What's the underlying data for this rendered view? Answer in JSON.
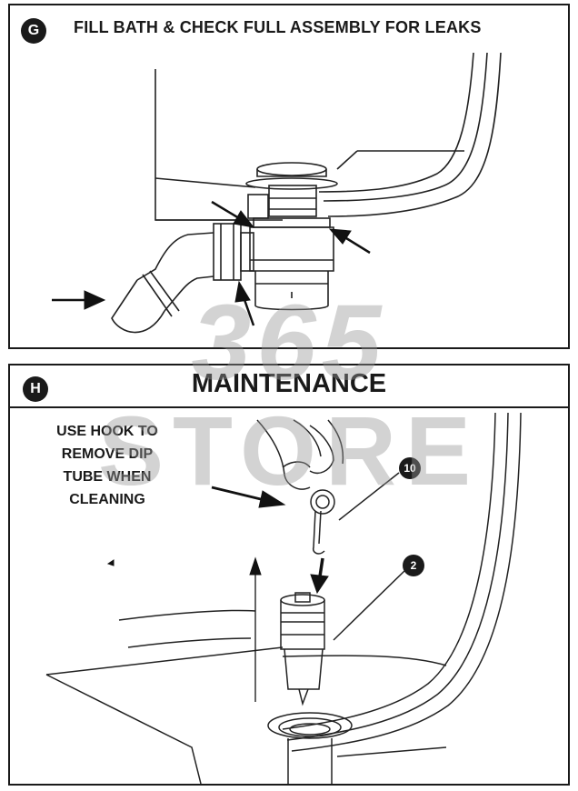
{
  "step_g": {
    "badge": "G",
    "title": "FILL BATH & CHECK FULL ASSEMBLY FOR LEAKS"
  },
  "step_h": {
    "badge": "H",
    "title": "MAINTENANCE",
    "instruction": "USE HOOK TO\nREMOVE DIP\nTUBE WHEN\nCLEANING",
    "callouts": [
      "10",
      "2"
    ]
  },
  "watermark": {
    "line1": "365",
    "line2": "STORE"
  }
}
